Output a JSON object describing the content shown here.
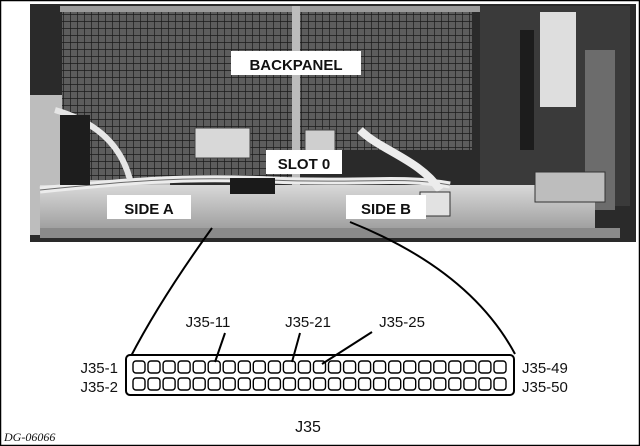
{
  "photo": {
    "labels": {
      "backpanel": "BACKPANEL",
      "slot": "SLOT 0",
      "side_a": "SIDE A",
      "side_b": "SIDE B"
    }
  },
  "connector": {
    "name": "J35",
    "pin_top_left": "J35-1",
    "pin_bottom_left": "J35-2",
    "pin_top_right": "J35-49",
    "pin_bottom_right": "J35-50",
    "callouts": [
      "J35-11",
      "J35-21",
      "J35-25"
    ]
  },
  "figure_code": "DG-06066"
}
